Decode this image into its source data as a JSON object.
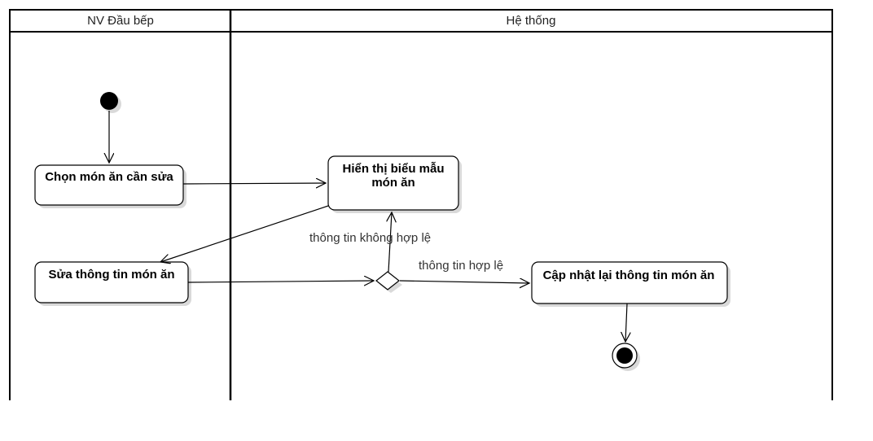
{
  "diagram": {
    "lanes": [
      {
        "id": "lane-1",
        "title": "NV Đầu bếp"
      },
      {
        "id": "lane-2",
        "title": "Hệ thống"
      }
    ],
    "nodes": {
      "choose_dish": {
        "label": "Chọn món ăn cần sửa"
      },
      "show_form": {
        "label_line1": "Hiển thị biểu mẫu",
        "label_line2": "món ăn"
      },
      "edit_info": {
        "label": "Sửa thông tin món ăn"
      },
      "update_info": {
        "label": "Cập nhật lại thông tin món ăn"
      }
    },
    "edges": {
      "invalid_info": "thông tin không hợp lệ",
      "valid_info": "thông tin hợp lệ"
    },
    "colors": {
      "stroke": "#000000",
      "shadow": "#d9d9d9",
      "fill": "#ffffff"
    }
  }
}
